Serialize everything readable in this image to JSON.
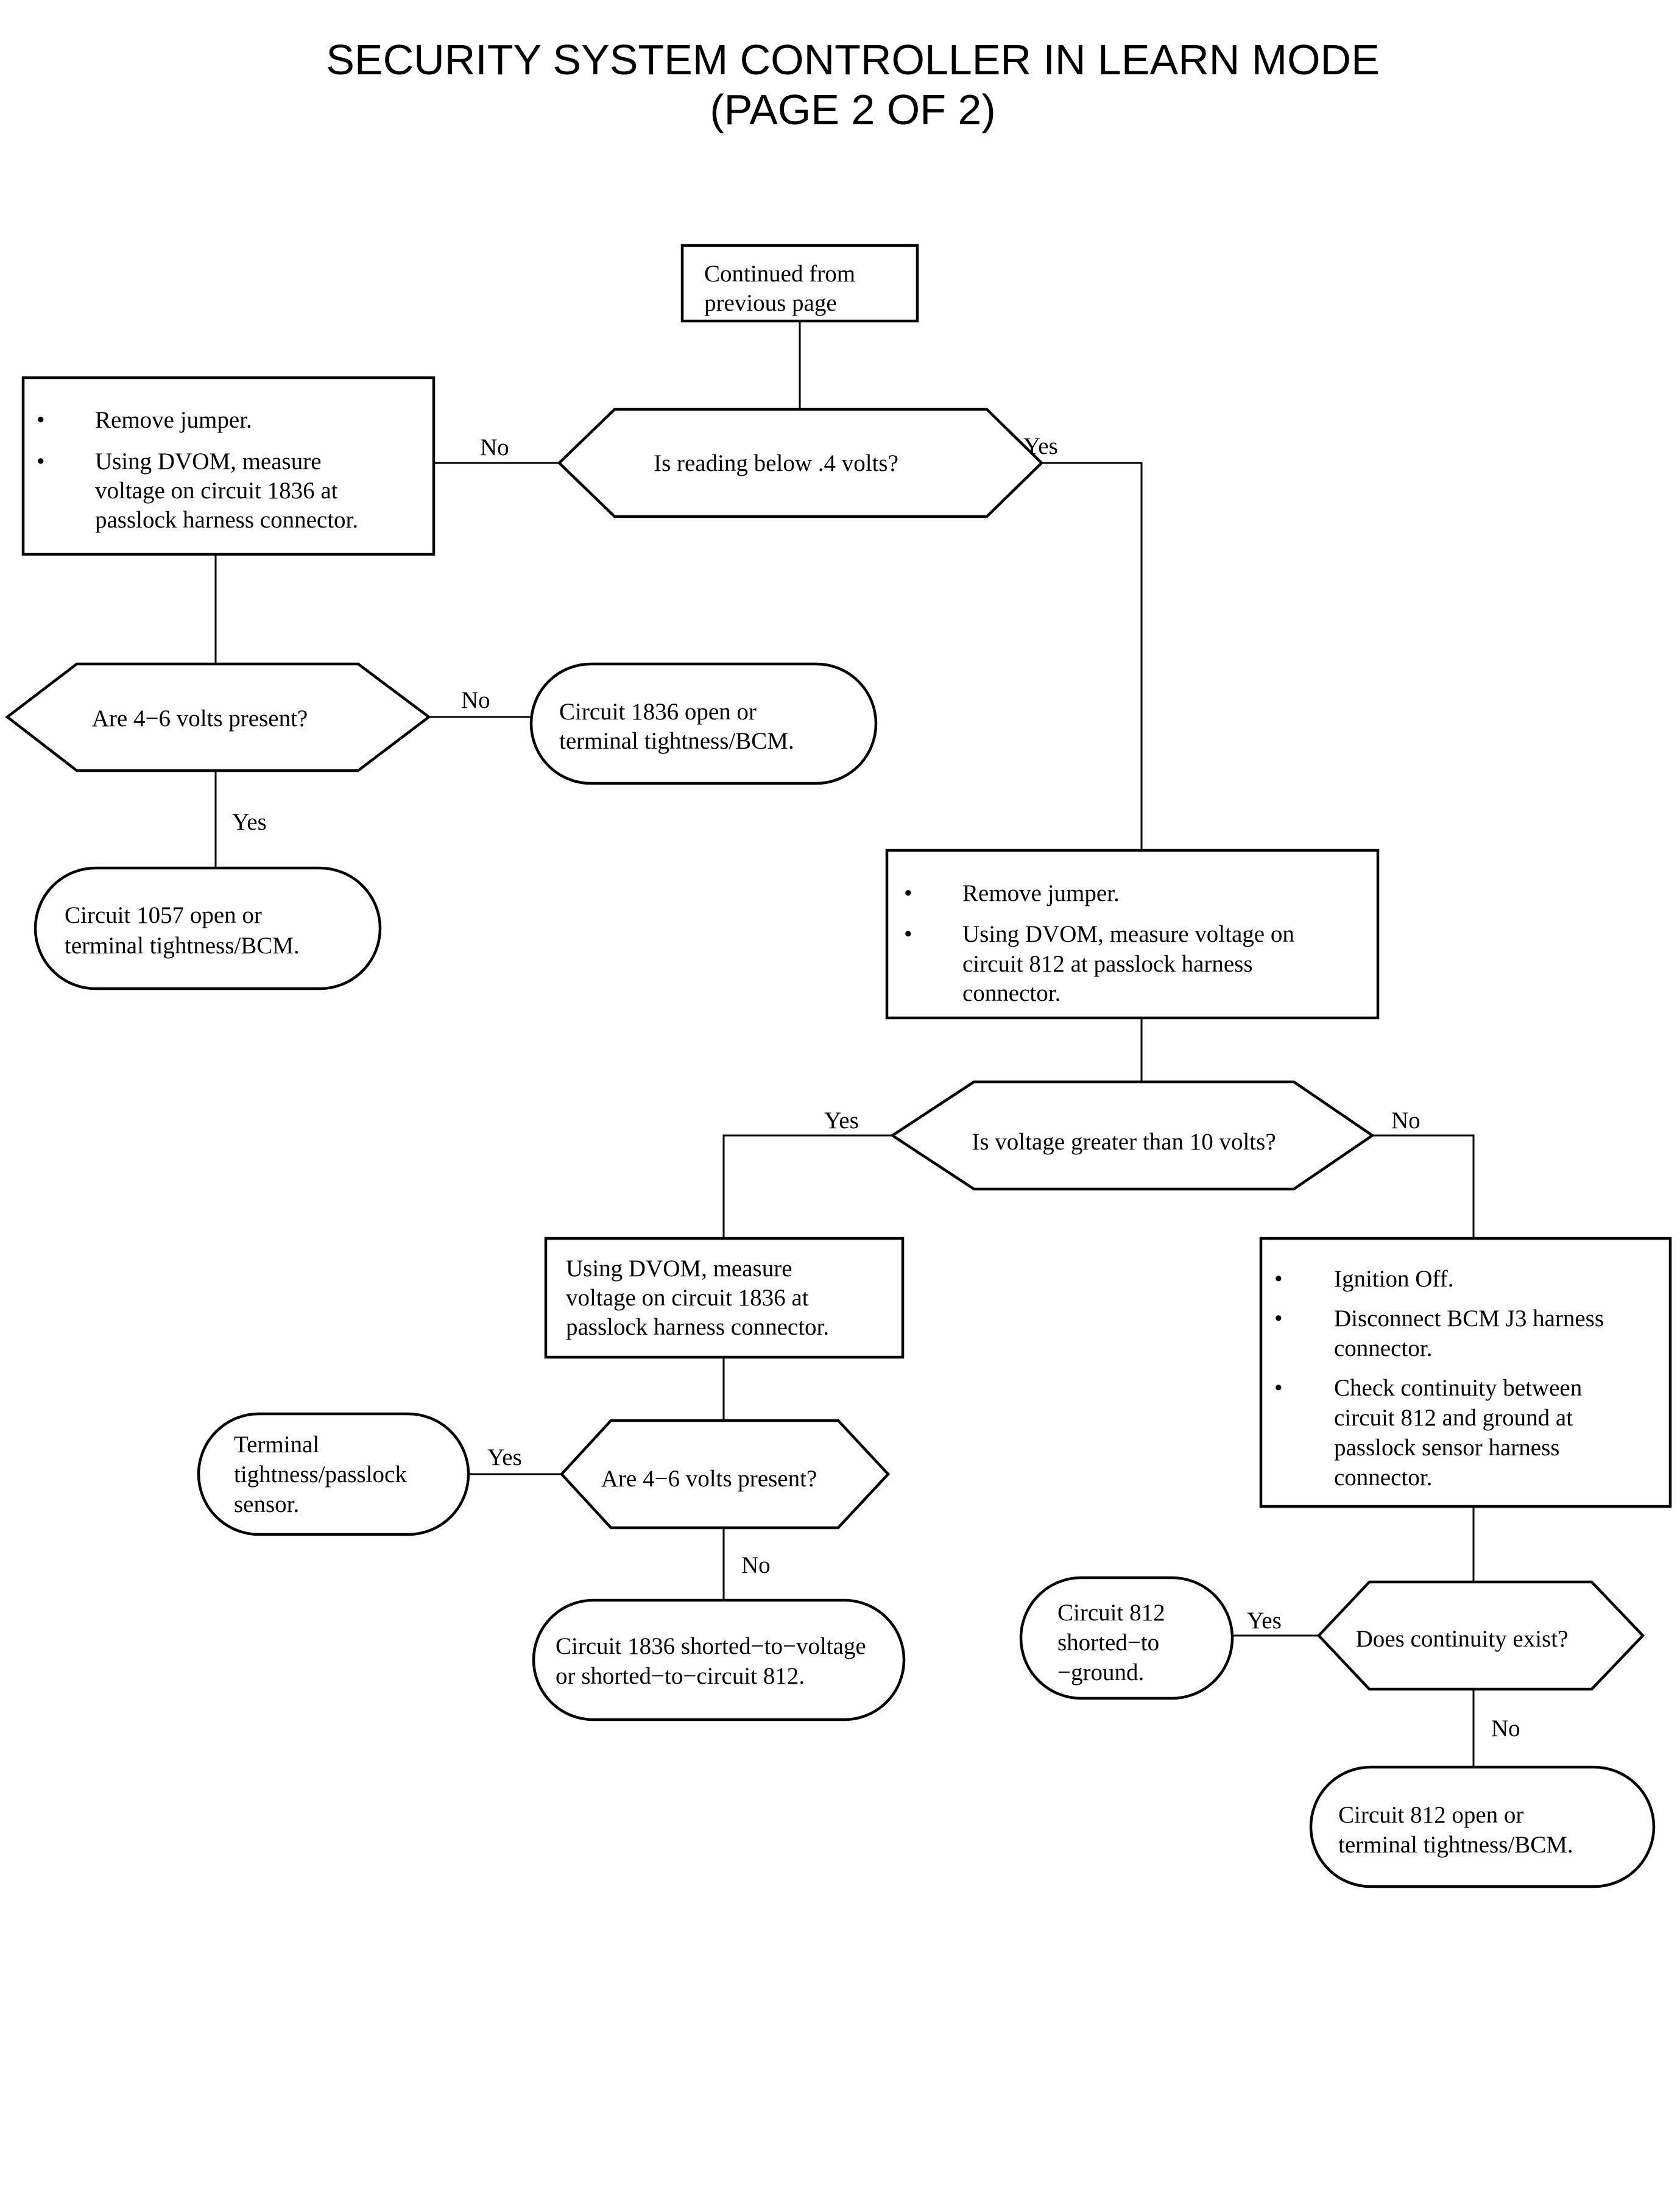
{
  "title": {
    "line1": "SECURITY SYSTEM CONTROLLER IN LEARN MODE",
    "line2": "(PAGE 2 OF 2)"
  },
  "nodes": {
    "start": [
      "Continued from",
      "previous page"
    ],
    "q_below_04": [
      "Is reading below .4 volts?"
    ],
    "step_measure_1836": {
      "item1": [
        "Remove jumper."
      ],
      "item2": [
        "Using DVOM, measure",
        "voltage on circuit 1836 at",
        "passlock harness connector."
      ]
    },
    "q_4_6_left": [
      "Are 4−6 volts present?"
    ],
    "end_1836_open": [
      "Circuit 1836 open or",
      "terminal tightness/BCM."
    ],
    "end_1057_open": [
      "Circuit 1057 open or",
      "terminal tightness/BCM."
    ],
    "step_measure_812": {
      "item1": [
        "Remove jumper."
      ],
      "item2": [
        "Using DVOM, measure voltage on",
        "circuit 812 at passlock harness",
        "connector."
      ]
    },
    "q_greater_10": [
      "Is voltage greater than 10 volts?"
    ],
    "step_measure_1836_b": [
      "Using DVOM, measure",
      "voltage on circuit 1836 at",
      "passlock harness connector."
    ],
    "q_4_6_mid": [
      "Are 4−6 volts present?"
    ],
    "end_terminal_sensor": [
      "Terminal",
      "tightness/passlock",
      "sensor."
    ],
    "end_1836_shorted": [
      "Circuit 1836 shorted−to−voltage",
      "or shorted−to−circuit 812."
    ],
    "step_ignition": {
      "item1": [
        "Ignition Off."
      ],
      "item2": [
        "Disconnect BCM J3 harness",
        "connector."
      ],
      "item3": [
        "Check continuity between",
        "circuit 812 and ground at",
        "passlock sensor harness",
        "connector."
      ]
    },
    "q_continuity": [
      "Does continuity exist?"
    ],
    "end_812_shorted": [
      "Circuit 812",
      "shorted−to",
      "−ground."
    ],
    "end_812_open": [
      "Circuit 812 open or",
      "terminal tightness/BCM."
    ]
  },
  "labels": {
    "no": "No",
    "yes": "Yes"
  },
  "bullet_glyph": "•"
}
